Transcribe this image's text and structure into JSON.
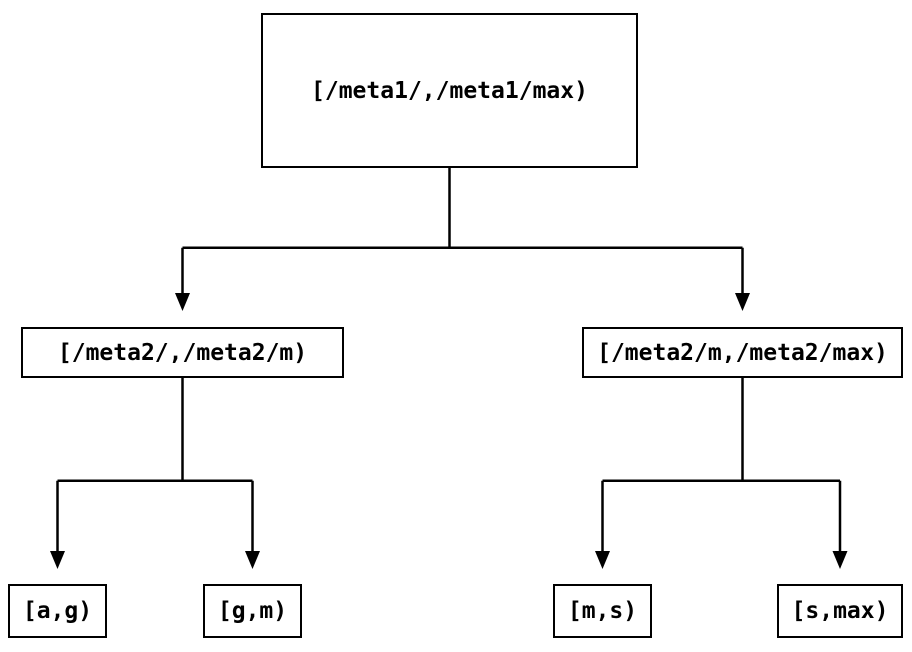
{
  "diagram": {
    "type": "tree",
    "nodes": {
      "root": {
        "label": "[/meta1/,/meta1/max)"
      },
      "meta2_low": {
        "label": "[/meta2/,/meta2/m)"
      },
      "meta2_high": {
        "label": "[/meta2/m,/meta2/max)"
      },
      "leaf_a_g": {
        "label": "[a,g)"
      },
      "leaf_g_m": {
        "label": "[g,m)"
      },
      "leaf_m_s": {
        "label": "[m,s)"
      },
      "leaf_s_max": {
        "label": "[s,max)"
      }
    },
    "edges": [
      {
        "from": "root",
        "to": "meta2_low"
      },
      {
        "from": "root",
        "to": "meta2_high"
      },
      {
        "from": "meta2_low",
        "to": "leaf_a_g"
      },
      {
        "from": "meta2_low",
        "to": "leaf_g_m"
      },
      {
        "from": "meta2_high",
        "to": "leaf_m_s"
      },
      {
        "from": "meta2_high",
        "to": "leaf_s_max"
      }
    ],
    "colors": {
      "background": "#ffffff",
      "line": "#000000",
      "box_border": "#000000",
      "text": "#000000"
    }
  }
}
